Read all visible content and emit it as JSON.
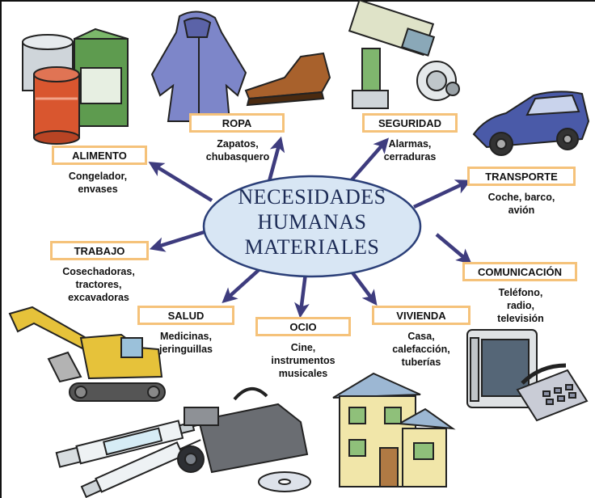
{
  "center": {
    "lines": [
      "NECESIDADES",
      "HUMANAS",
      "MATERIALES"
    ]
  },
  "colors": {
    "ellipse_fill": "#d8e6f4",
    "ellipse_stroke": "#2b3f78",
    "arrow": "#3e3c7e",
    "box_border": "#f5c27a",
    "text": "#111111"
  },
  "categories": [
    {
      "id": "alimento",
      "label": "ALIMENTO",
      "desc": [
        "Congelador,",
        "envases"
      ],
      "icon": "food-cans-icon"
    },
    {
      "id": "ropa",
      "label": "ROPA",
      "desc": [
        "Zapatos,",
        "chubasquero"
      ],
      "icon": "clothes-icon"
    },
    {
      "id": "seguridad",
      "label": "SEGURIDAD",
      "desc": [
        "Alarmas,",
        "cerraduras"
      ],
      "icon": "security-camera-icon"
    },
    {
      "id": "transporte",
      "label": "TRANSPORTE",
      "desc": [
        "Coche, barco,",
        "avión"
      ],
      "icon": "car-icon"
    },
    {
      "id": "trabajo",
      "label": "TRABAJO",
      "desc": [
        "Cosechadoras,",
        "tractores,",
        "excavadoras"
      ],
      "icon": "excavator-icon"
    },
    {
      "id": "comunicacion",
      "label": "COMUNICACIÓN",
      "desc": [
        "Teléfono,",
        "radio,",
        "televisión"
      ],
      "icon": "tv-phone-icon"
    },
    {
      "id": "salud",
      "label": "SALUD",
      "desc": [
        "Medicinas,",
        "jeringuillas"
      ],
      "icon": "syringe-icon"
    },
    {
      "id": "ocio",
      "label": "OCIO",
      "desc": [
        "Cine,",
        "instrumentos",
        "musicales"
      ],
      "icon": "video-camera-icon"
    },
    {
      "id": "vivienda",
      "label": "VIVIENDA",
      "desc": [
        "Casa,",
        "calefacción,",
        "tuberías"
      ],
      "icon": "house-icon"
    }
  ]
}
